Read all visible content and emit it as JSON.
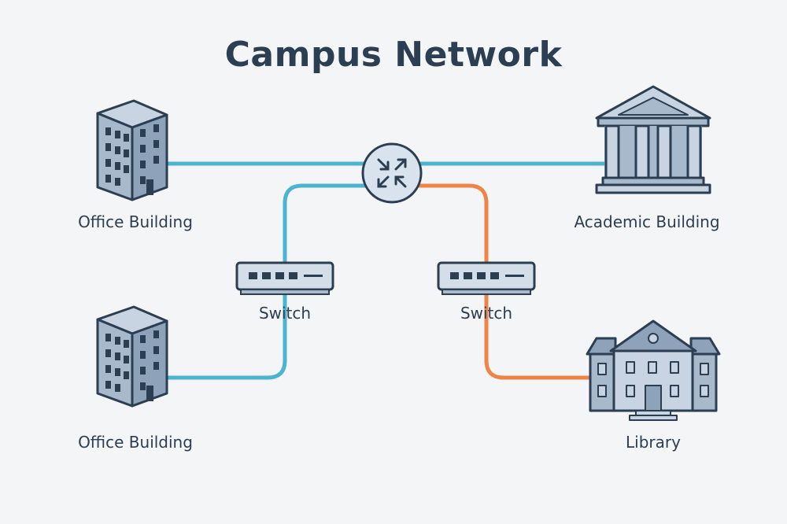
{
  "title": "Campus Network",
  "colors": {
    "background": "#f4f5f6",
    "outline": "#2c3e52",
    "building_front": "#a9b9cc",
    "building_side": "#8ea2ba",
    "building_roof": "#c8d4e1",
    "window": "#2c3e52",
    "link_blue": "#4cb3d0",
    "link_orange": "#ef8448",
    "router_fill": "#d9e3ee",
    "switch_fill": "#d4dee9"
  },
  "nodes": {
    "office_1": {
      "label": "Office Building",
      "icon": "office-building-icon"
    },
    "office_2": {
      "label": "Office Building",
      "icon": "office-building-icon"
    },
    "academic": {
      "label": "Academic Building",
      "icon": "academic-building-icon"
    },
    "library": {
      "label": "Library",
      "icon": "library-building-icon"
    },
    "switch_left": {
      "label": "Switch",
      "icon": "network-switch-icon"
    },
    "switch_right": {
      "label": "Switch",
      "icon": "network-switch-icon"
    },
    "router": {
      "icon": "router-icon"
    }
  }
}
